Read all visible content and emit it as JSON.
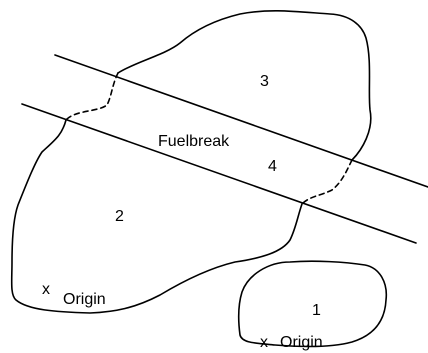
{
  "diagram": {
    "labels": {
      "area_3": "3",
      "fuelbreak": "Fuelbreak",
      "area_4": "4",
      "area_2": "2",
      "area_1": "1",
      "origin_mark_1": "x",
      "origin_label_1": "Origin",
      "origin_mark_2": "x",
      "origin_label_2": "Origin"
    },
    "colors": {
      "line": "#000000",
      "background": "#ffffff"
    }
  }
}
